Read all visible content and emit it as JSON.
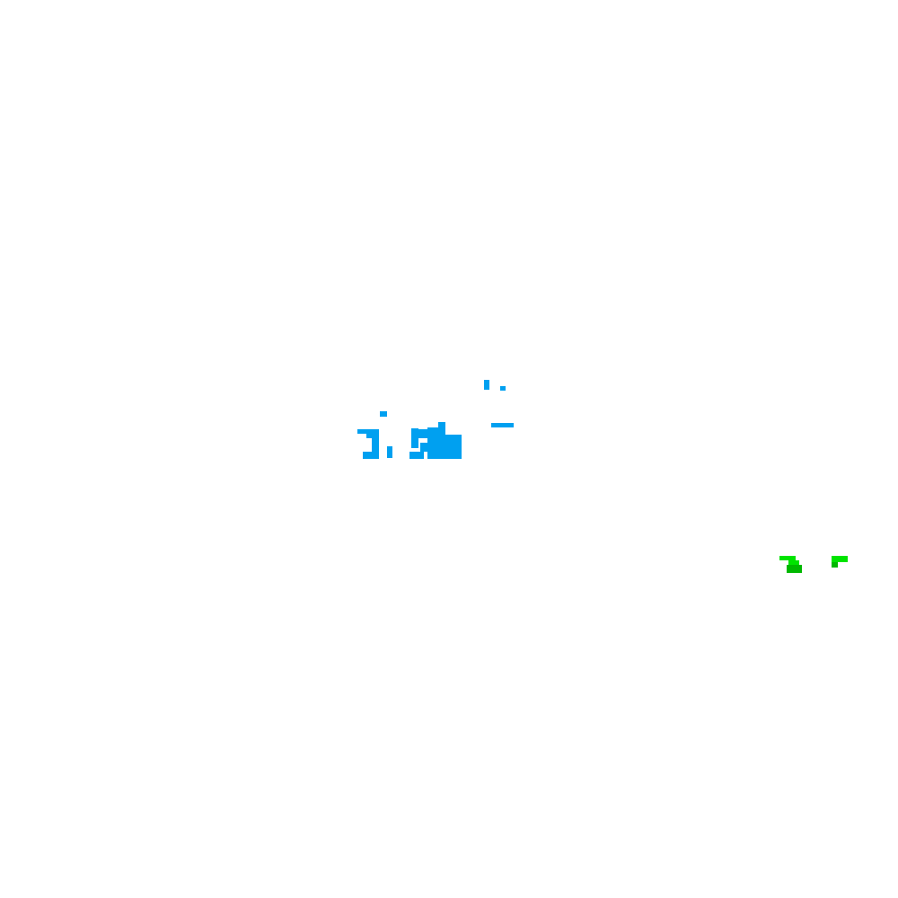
{
  "background_color": "#ffffff",
  "colors": {
    "blue_cluster": "#00a0f0",
    "green_cluster": "#00e400",
    "green_cluster_dark": "#00b800"
  },
  "clusters": [
    {
      "name": "blue-pixel-cluster",
      "color_key": "blue_cluster"
    },
    {
      "name": "green-pixel-cluster",
      "color_key": "green_cluster"
    }
  ]
}
